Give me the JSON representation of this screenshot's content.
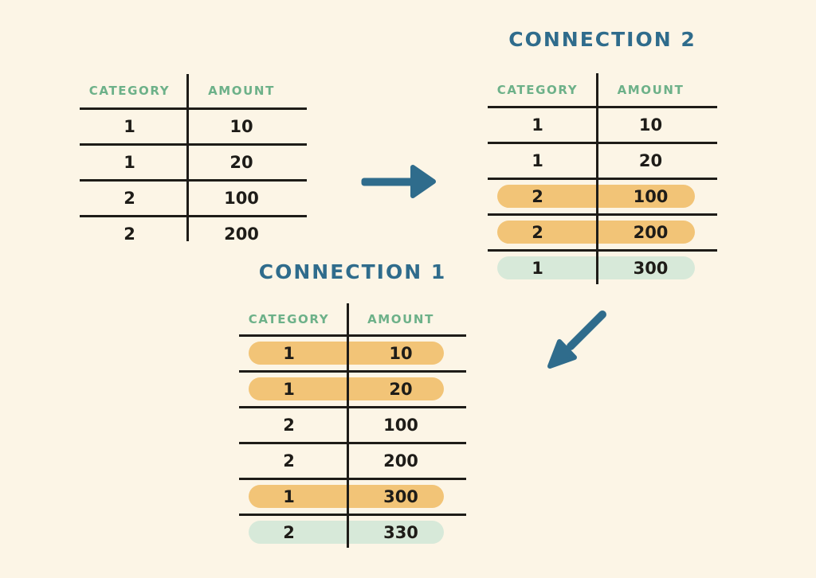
{
  "palette": {
    "background": "#fcf5e6",
    "ink": "#1e1c18",
    "header_green": "#6db189",
    "title_teal": "#2f6c8c",
    "highlight_orange": "#f2c477",
    "highlight_green": "#d7e9d9"
  },
  "tables": [
    {
      "id": "source",
      "title": "",
      "columns": [
        "CATEGORY",
        "AMOUNT"
      ],
      "rows": [
        {
          "category": "1",
          "amount": "10",
          "highlight": "none"
        },
        {
          "category": "1",
          "amount": "20",
          "highlight": "none"
        },
        {
          "category": "2",
          "amount": "100",
          "highlight": "none"
        },
        {
          "category": "2",
          "amount": "200",
          "highlight": "none"
        }
      ]
    },
    {
      "id": "connection-2",
      "title": "CONNECTION 2",
      "columns": [
        "CATEGORY",
        "AMOUNT"
      ],
      "rows": [
        {
          "category": "1",
          "amount": "10",
          "highlight": "none"
        },
        {
          "category": "1",
          "amount": "20",
          "highlight": "none"
        },
        {
          "category": "2",
          "amount": "100",
          "highlight": "orange"
        },
        {
          "category": "2",
          "amount": "200",
          "highlight": "orange"
        },
        {
          "category": "1",
          "amount": "300",
          "highlight": "green"
        }
      ]
    },
    {
      "id": "connection-1",
      "title": "CONNECTION 1",
      "columns": [
        "CATEGORY",
        "AMOUNT"
      ],
      "rows": [
        {
          "category": "1",
          "amount": "10",
          "highlight": "orange"
        },
        {
          "category": "1",
          "amount": "20",
          "highlight": "orange"
        },
        {
          "category": "2",
          "amount": "100",
          "highlight": "none"
        },
        {
          "category": "2",
          "amount": "200",
          "highlight": "none"
        },
        {
          "category": "1",
          "amount": "300",
          "highlight": "orange"
        },
        {
          "category": "2",
          "amount": "330",
          "highlight": "green"
        }
      ]
    }
  ],
  "arrows": [
    {
      "name": "arrow-right",
      "direction": "right",
      "from": "source",
      "to": "connection-2"
    },
    {
      "name": "arrow-down-left",
      "direction": "down-left",
      "from": "connection-2",
      "to": "connection-1"
    }
  ]
}
